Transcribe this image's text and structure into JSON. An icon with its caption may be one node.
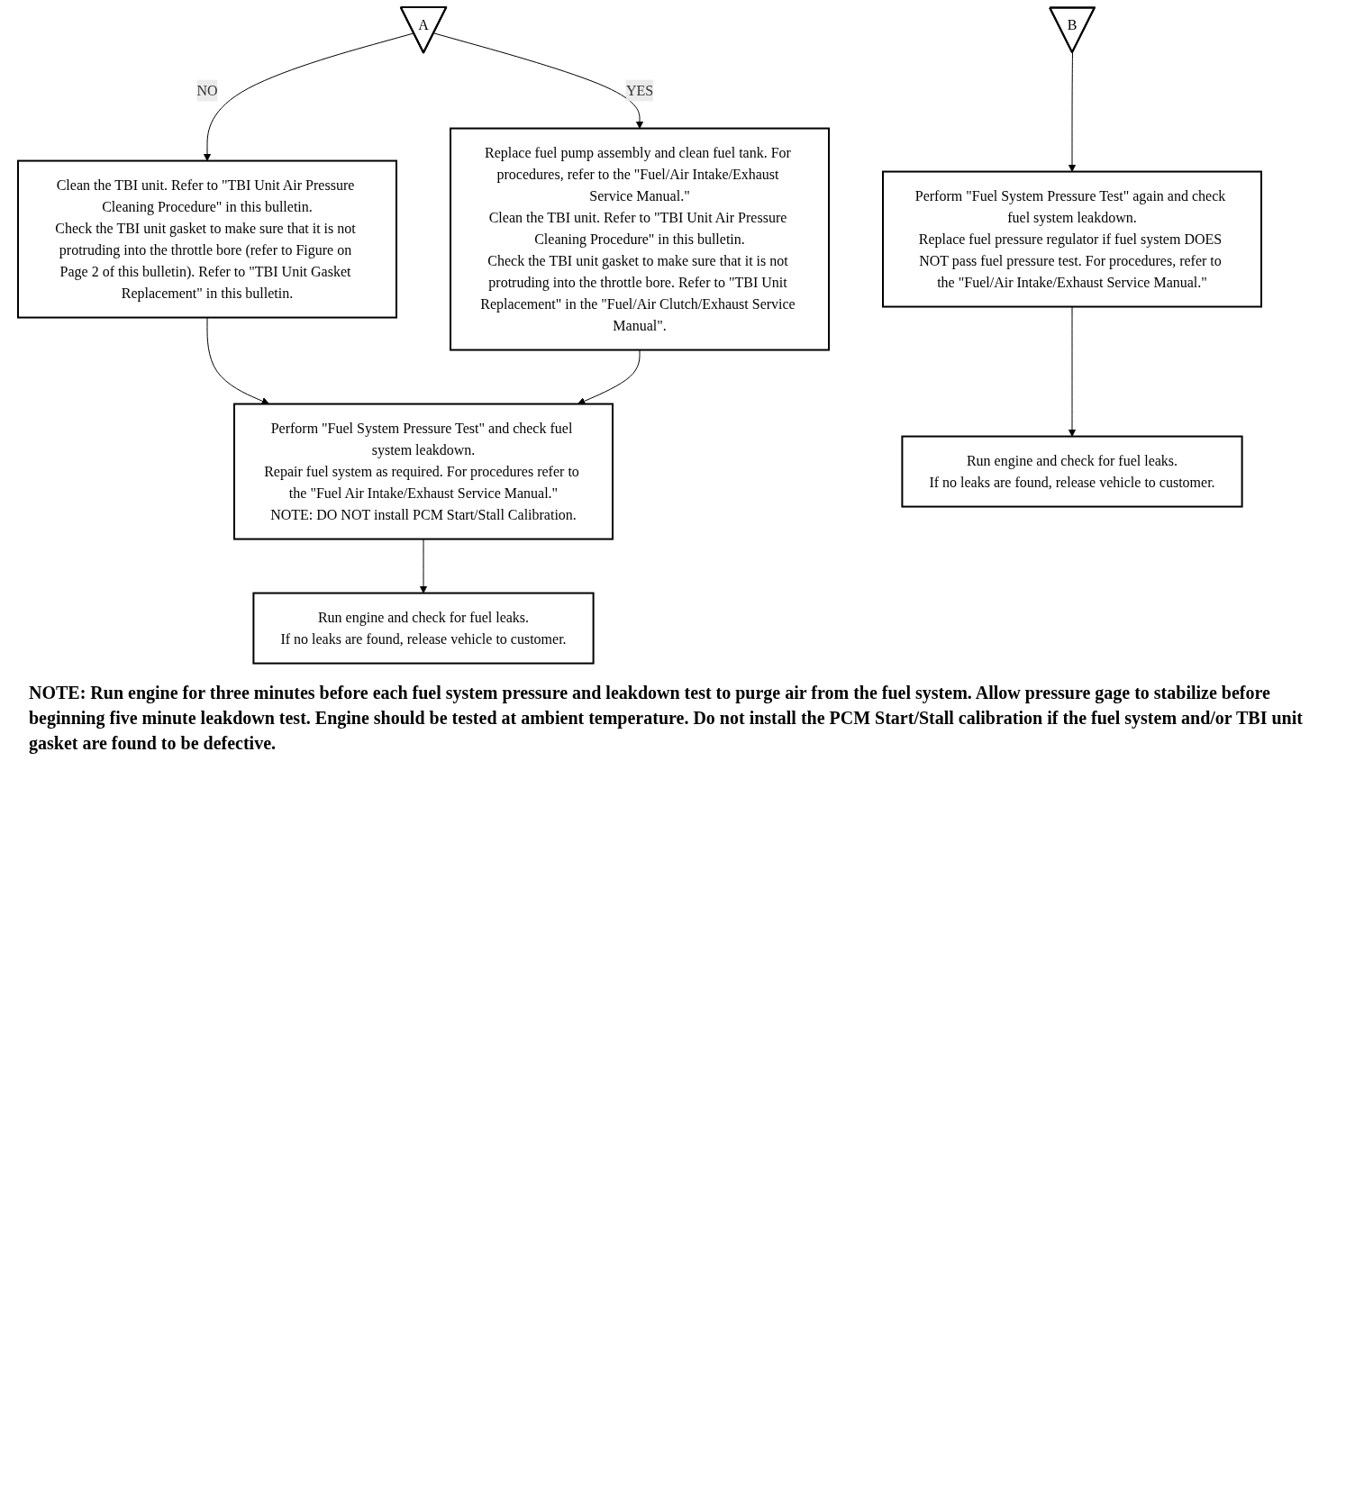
{
  "diagram": {
    "nodes": [
      {
        "text": [
          "A"
        ]
      },
      {
        "text": [
          "B"
        ]
      },
      {
        "text": [
          "Clean the TBI unit. Refer to \"TBI Unit Air Pressure Cleaning Procedure\" in this bulletin.",
          "Check the TBI unit gasket to make sure that it is not protruding into the throttle bore (refer to Figure on Page 2 of this bulletin). Refer to \"TBI Unit Gasket Replacement\" in this bulletin."
        ]
      },
      {
        "text": [
          "Replace fuel pump assembly and clean fuel tank. For procedures, refer to the \"Fuel/Air Intake/Exhaust Service Manual.\"",
          "Clean the TBI unit. Refer to \"TBI Unit Air Pressure Cleaning Procedure\" in this bulletin.",
          "Check the TBI unit gasket to make sure that it is not protruding into the throttle bore. Refer to \"TBI Unit Replacement\" in the \"Fuel/Air Clutch/Exhaust Service Manual\"."
        ]
      },
      {
        "text": [
          "Perform \"Fuel System Pressure Test\" again and check fuel system leakdown.",
          "Replace fuel pressure regulator if fuel system DOES NOT pass fuel pressure test. For procedures, refer to the \"Fuel/Air Intake/Exhaust Service Manual.\""
        ]
      },
      {
        "text": [
          "Perform \"Fuel System Pressure Test\" and check fuel system leakdown.",
          "Repair fuel system as required. For procedures refer to the \"Fuel Air Intake/Exhaust Service Manual.\"",
          "NOTE: DO NOT install PCM Start/Stall Calibration."
        ]
      },
      {
        "text": [
          "Run engine and check for fuel leaks.",
          "If no leaks are found, release vehicle to customer."
        ]
      },
      {
        "text": [
          "Run engine and check for fuel leaks.",
          "If no leaks are found, release vehicle to customer."
        ]
      }
    ],
    "edges": [
      {
        "from": 0,
        "to": 2,
        "arrow": "to",
        "label": "NO"
      },
      {
        "from": 0,
        "to": 3,
        "arrow": "to",
        "label": "YES"
      },
      {
        "from": 2,
        "to": 5,
        "arrow": "to"
      },
      {
        "from": 3,
        "to": 5,
        "arrow": "to"
      },
      {
        "from": 5,
        "to": 6,
        "arrow": "to"
      },
      {
        "from": 1,
        "to": 4,
        "arrow": "to"
      },
      {
        "from": 4,
        "to": 7,
        "arrow": "to"
      }
    ],
    "labels": [
      "NOTE: Run engine for three minutes before each fuel system pressure and leakdown test to purge air from the fuel system. Allow pressure gage to stabilize before beginning five minute leakdown test. Engine should be tested at ambient temperature. Do not install the PCM Start/Stall calibration if the fuel system and/or TBI unit gasket are found to be defective."
    ]
  }
}
